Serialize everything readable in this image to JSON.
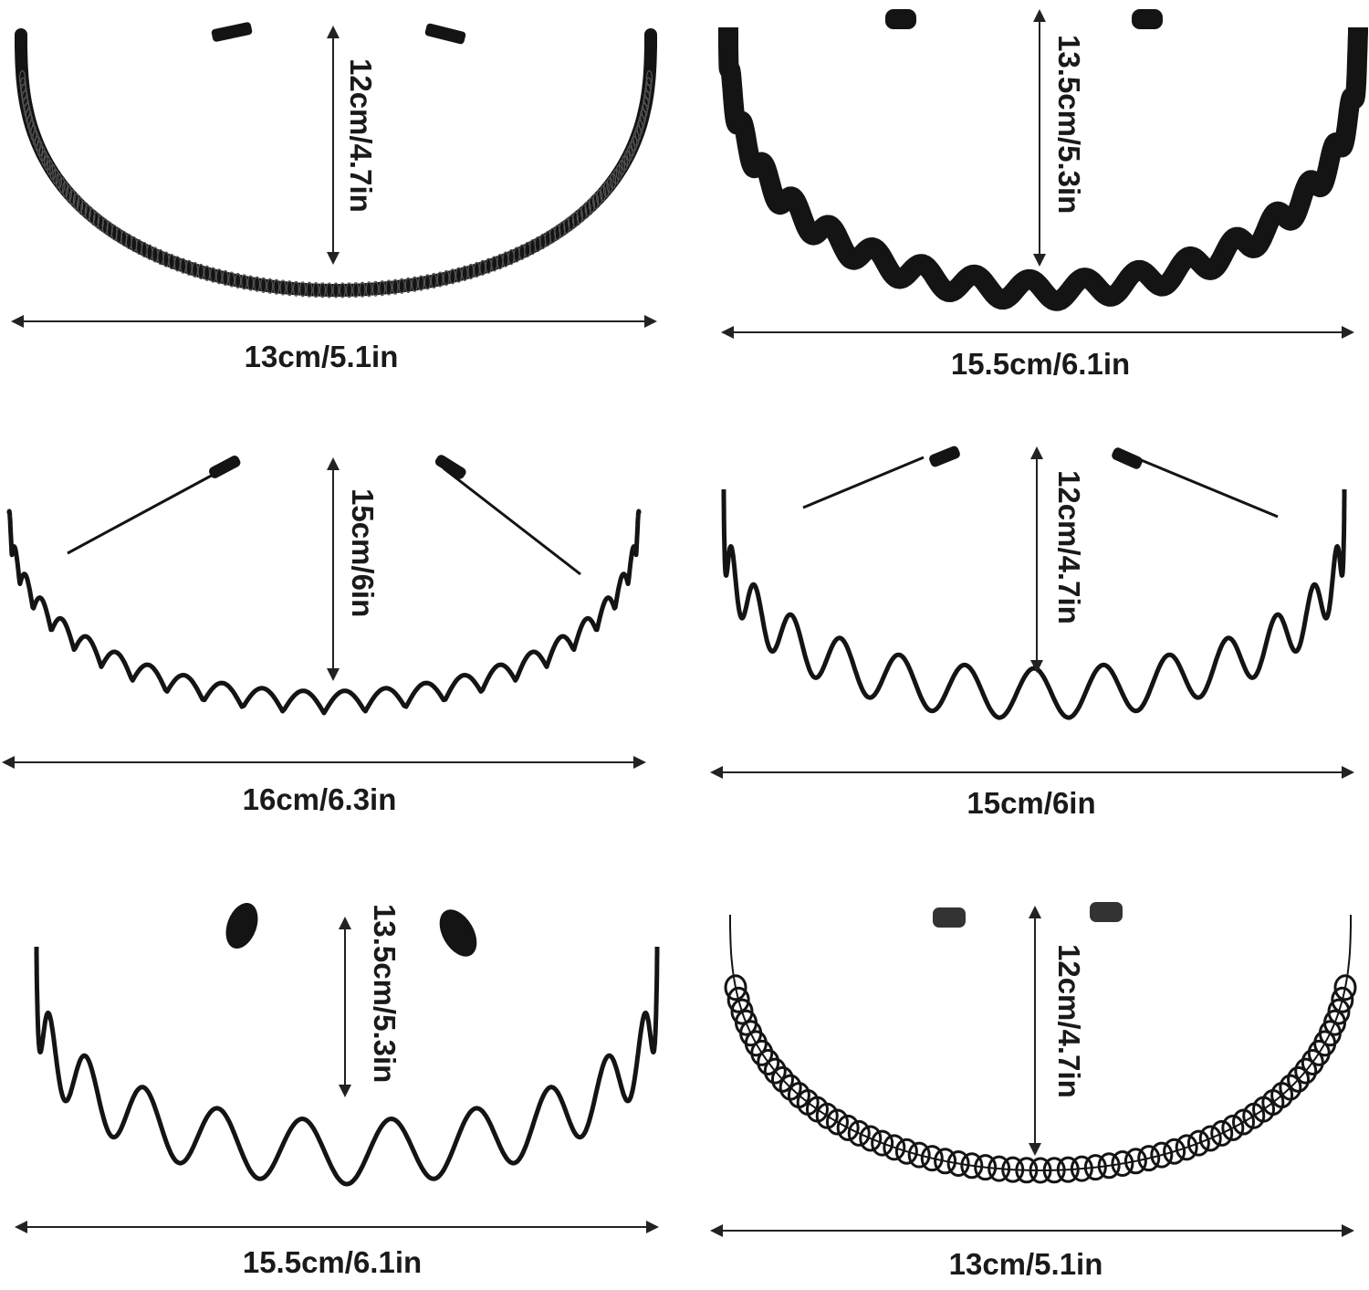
{
  "panels": [
    {
      "name": "spring-headband",
      "style": "spring",
      "height_label": "12cm/4.7in",
      "width_label": "13cm/5.1in"
    },
    {
      "name": "ribbon-wave-headband",
      "style": "ribbon",
      "height_label": "13.5cm/5.3in",
      "width_label": "15.5cm/6.1in"
    },
    {
      "name": "comb-tooth-headband",
      "style": "comb",
      "height_label": "15cm/6in",
      "width_label": "16cm/6.3in"
    },
    {
      "name": "deep-wave-headband",
      "style": "deepwave",
      "height_label": "12cm/4.7in",
      "width_label": "15cm/6in"
    },
    {
      "name": "zigzag-wave-headband",
      "style": "zigzag",
      "height_label": "13.5cm/5.3in",
      "width_label": "15.5cm/6.1in"
    },
    {
      "name": "coil-spiral-headband",
      "style": "coil",
      "height_label": "12cm/4.7in",
      "width_label": "13cm/5.1in"
    }
  ],
  "colors": {
    "metal": "#141414",
    "arrow": "#222222",
    "label": "#1a1a1a",
    "background": "#ffffff"
  }
}
